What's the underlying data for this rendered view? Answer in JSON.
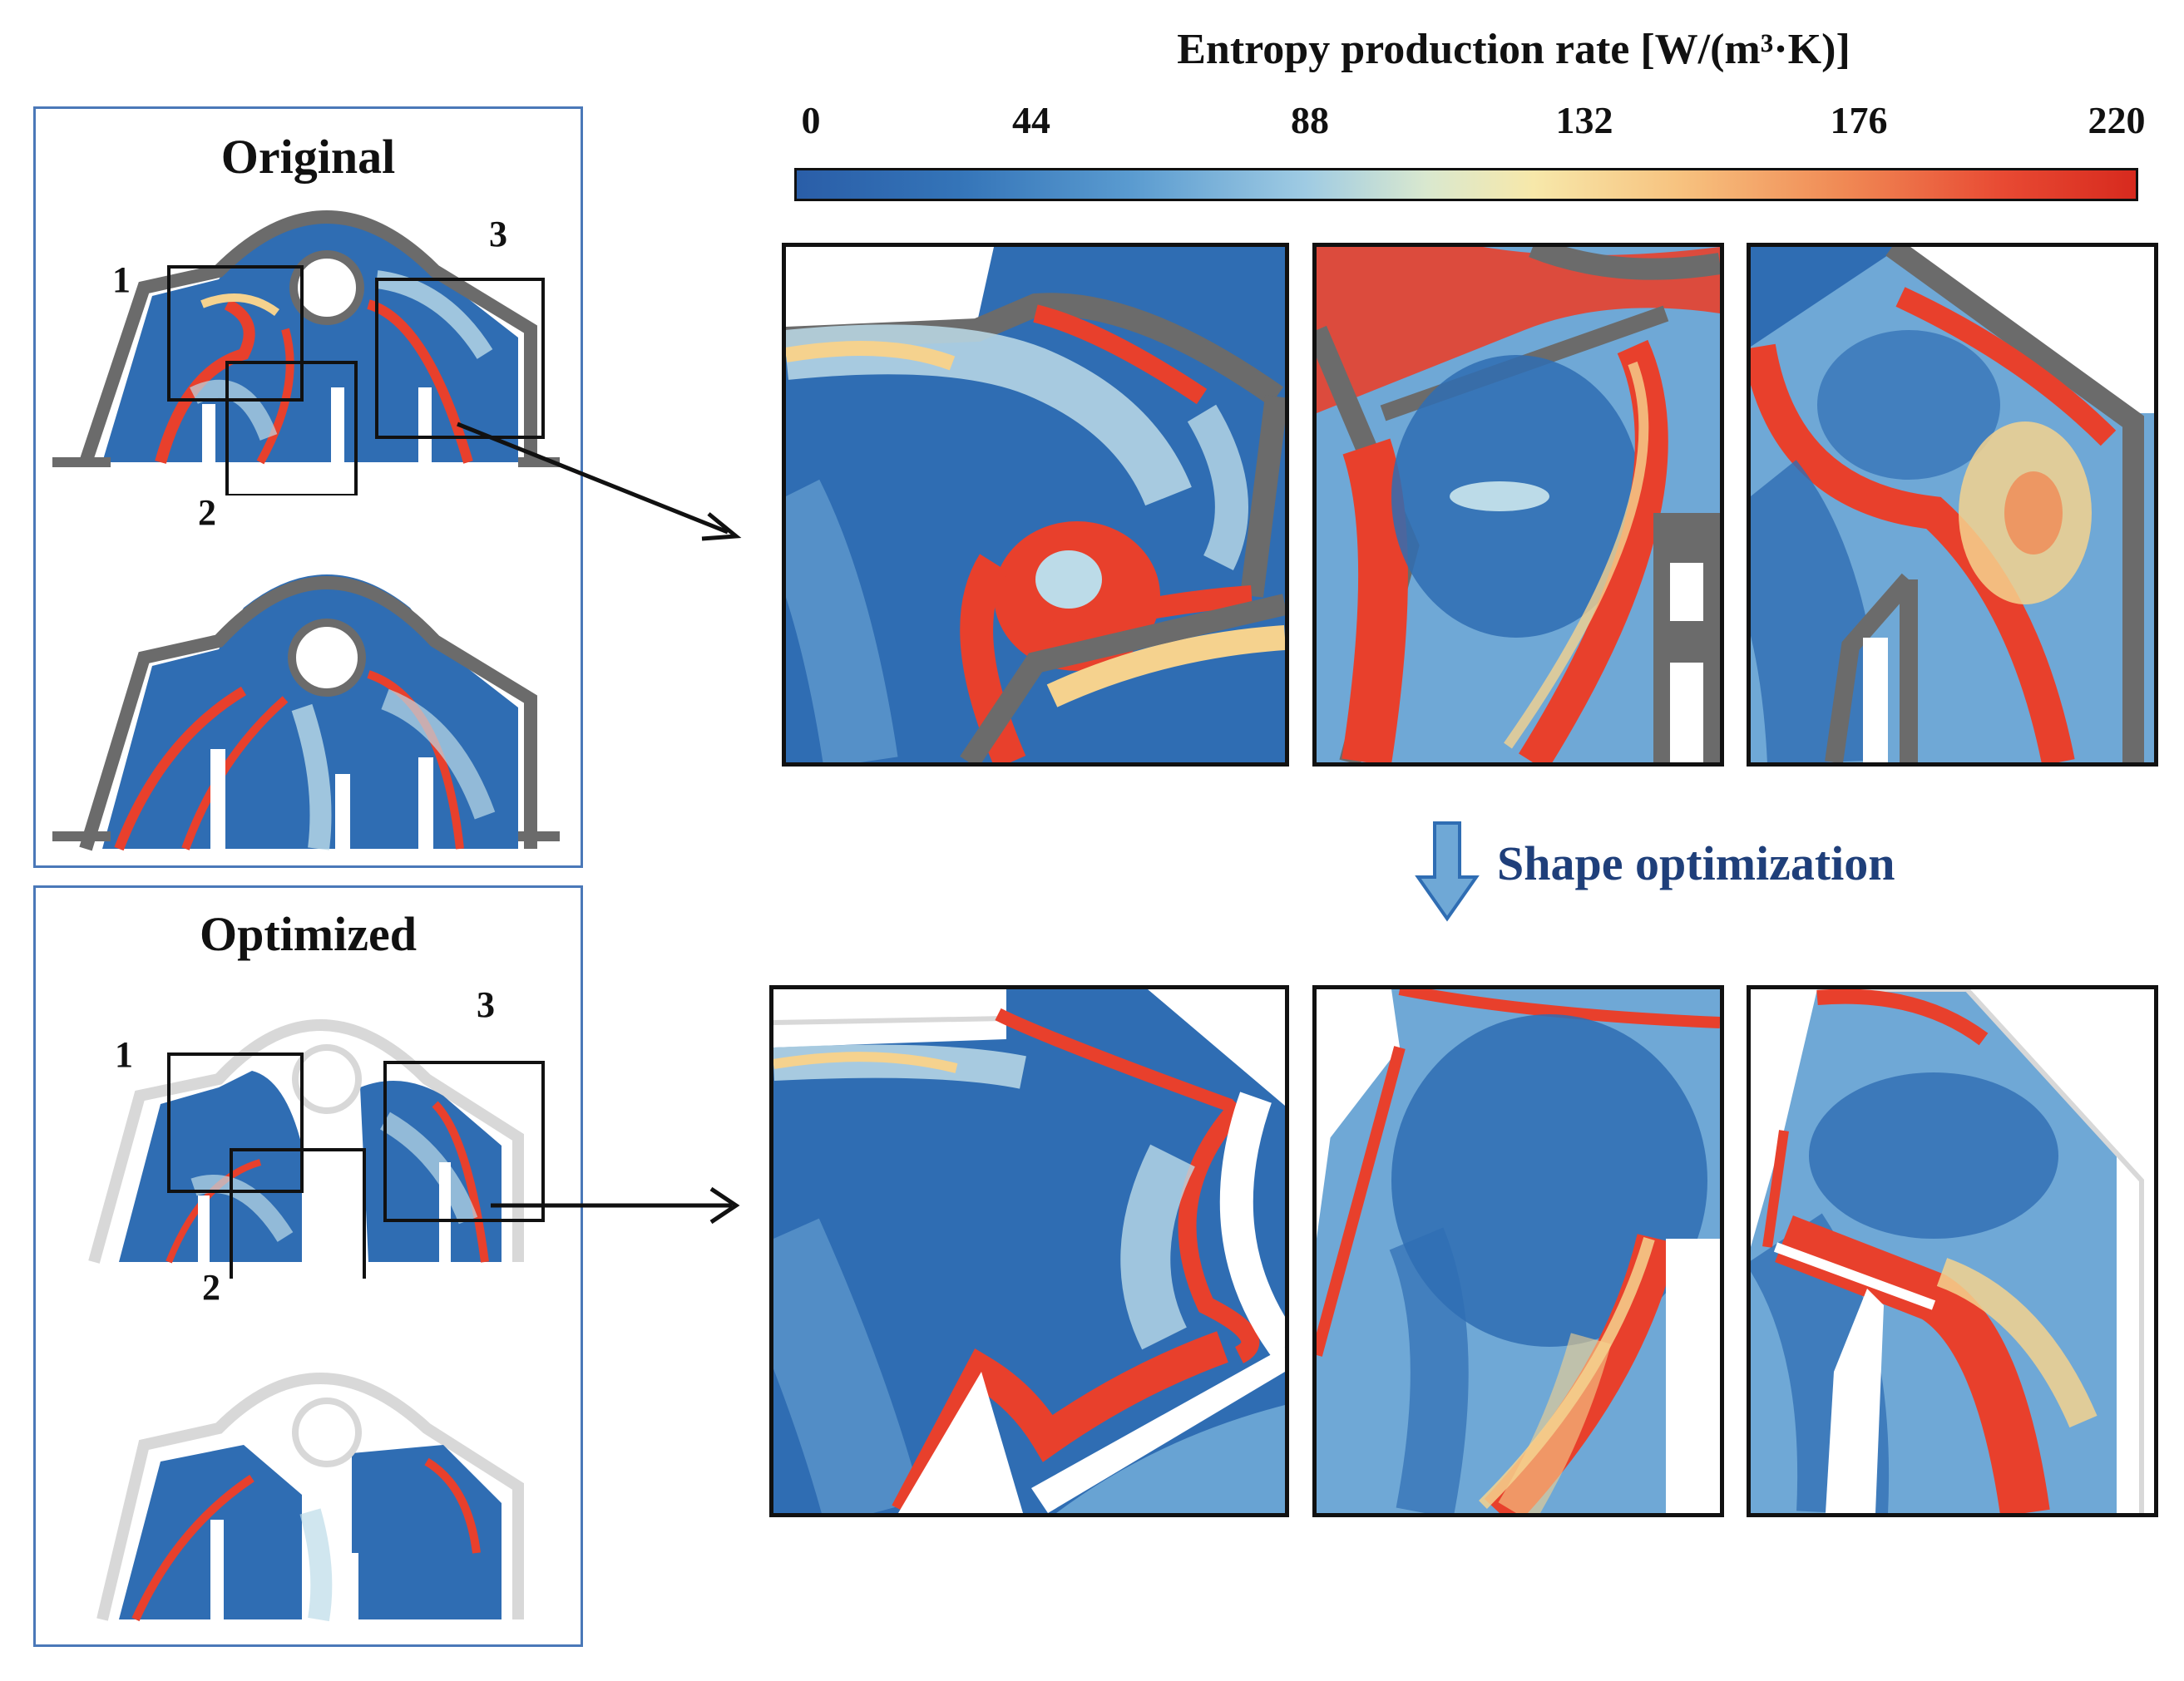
{
  "colorbar": {
    "title": "Entropy production rate [W/(m³·K)]",
    "ticks": [
      "0",
      "44",
      "88",
      "132",
      "176",
      "220"
    ],
    "colors": [
      "#2a5ea8",
      "#5a9bd0",
      "#d9e8cf",
      "#f7c27f",
      "#e84a33"
    ]
  },
  "panels": {
    "original": {
      "title": "Original",
      "labels": [
        "1",
        "2",
        "3"
      ]
    },
    "optimized": {
      "title": "Optimized",
      "labels": [
        "1",
        "2",
        "3"
      ]
    }
  },
  "transition": {
    "label": "Shape optimization"
  },
  "palette": {
    "low": "#2f6db3",
    "mid_low": "#6fa8d6",
    "mid": "#bcdbe8",
    "warm": "#f5d28e",
    "high": "#e8402c",
    "wall": "#6b6b6b",
    "frame": "#4a78b8"
  }
}
